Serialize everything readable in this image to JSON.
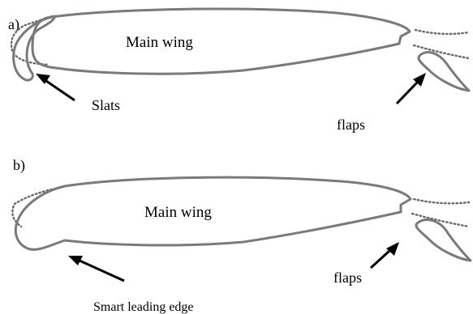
{
  "panel_a": {
    "tag": "a)",
    "main_label": "Main wing",
    "leading_label": "Slats",
    "trailing_label": "flaps"
  },
  "panel_b": {
    "tag": "b)",
    "main_label": "Main wing",
    "leading_label": "Smart leading edge",
    "trailing_label": "flaps"
  },
  "colors": {
    "outline": "#7a7a7a",
    "arrow": "#000000",
    "background": "#ffffff"
  }
}
